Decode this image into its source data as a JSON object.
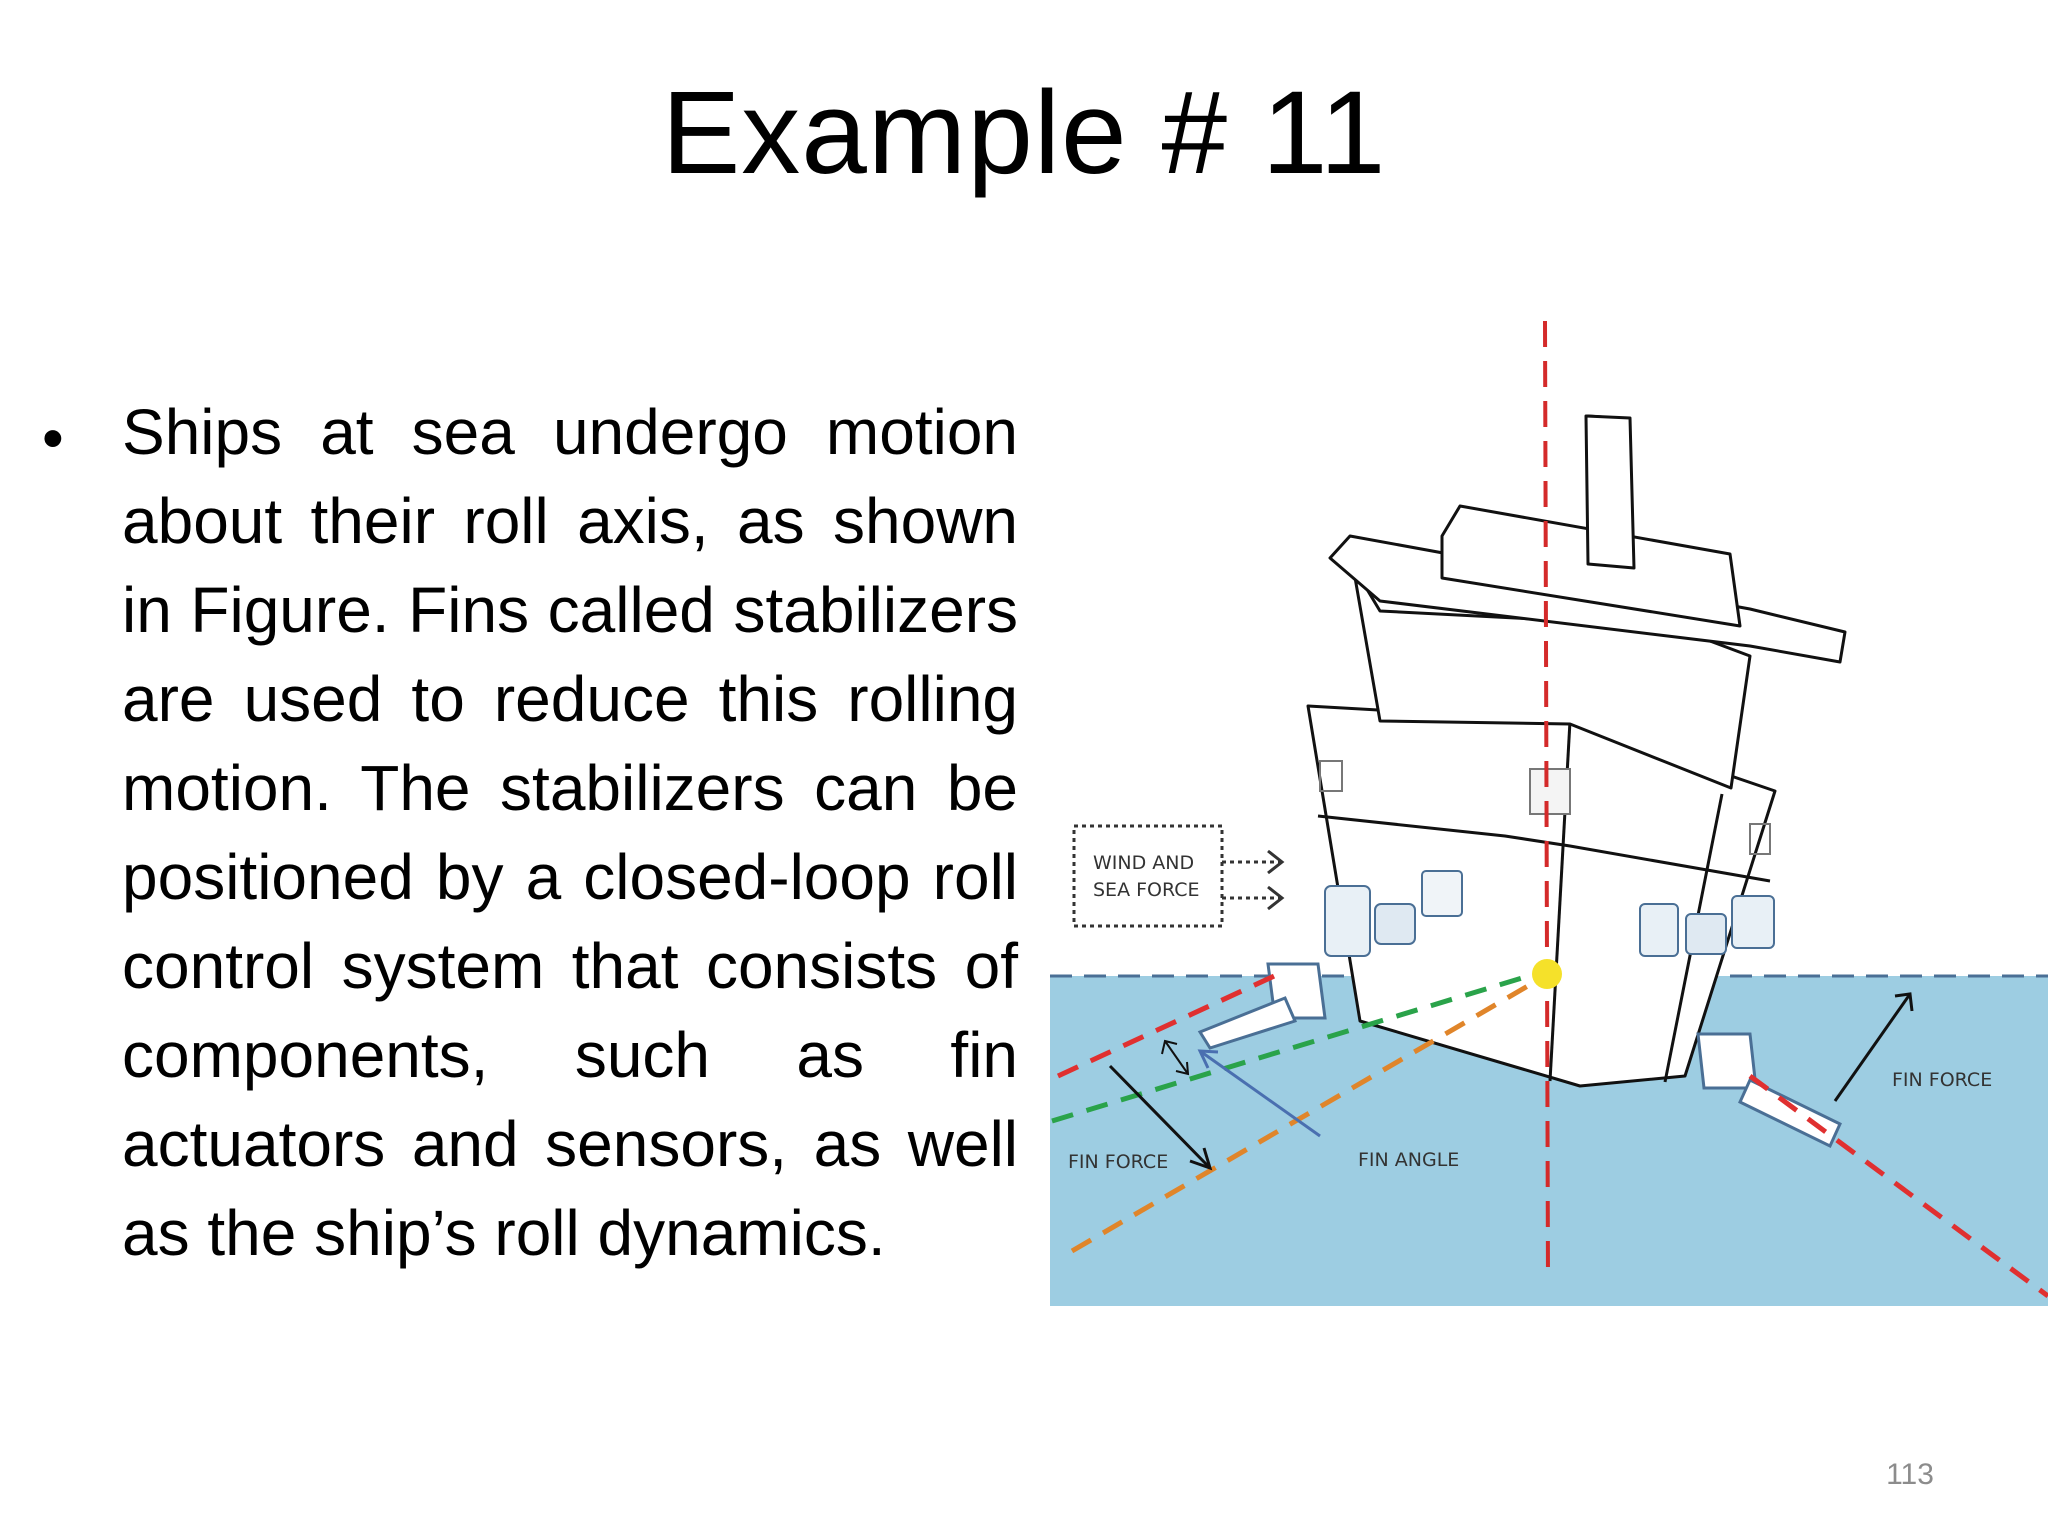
{
  "slide": {
    "title": "Example # 11",
    "bullet": "Ships at sea undergo motion about their roll axis, as shown in Figure. Fins called stabilizers are used to reduce this rolling motion. The stabilizers can be positioned by a closed-loop roll control system that consists of components, such as fin actuators and sensors, as well as the ship’s roll dynamics.",
    "page_number": "113"
  },
  "figure": {
    "labels": {
      "wind_line1": "WIND AND",
      "wind_line2": "SEA FORCE",
      "fin_force_left": "FIN FORCE",
      "fin_force_right": "FIN FORCE",
      "fin_angle": "FIN ANGLE"
    },
    "colors": {
      "water": "#9dcde2",
      "waterline": "#4a6f95",
      "vertical_axis": "#d42a2a",
      "red_fin_line": "#e03030",
      "green_line": "#2aa34a",
      "orange_line": "#e0852a",
      "fin_angle_arrow": "#4a6fb0",
      "roll_center": "#f5e12a"
    }
  }
}
